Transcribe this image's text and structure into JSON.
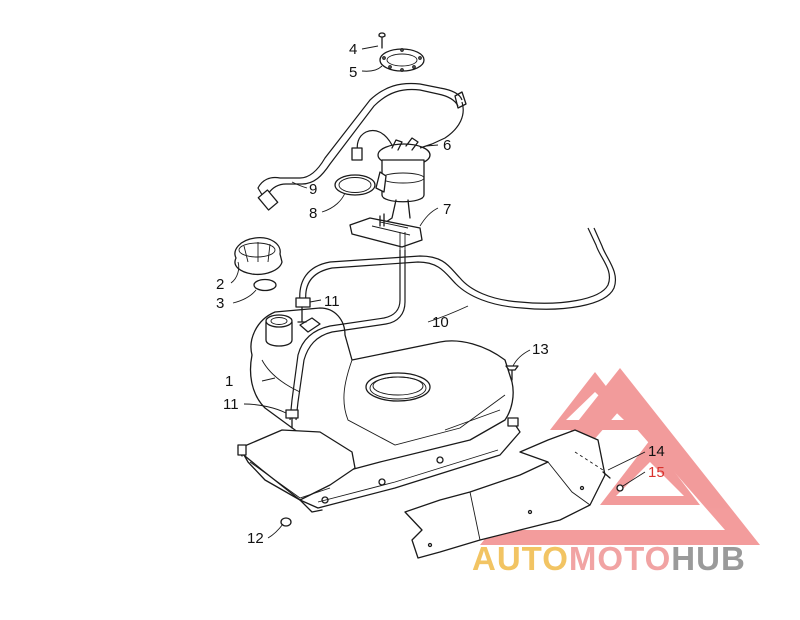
{
  "diagram": {
    "callouts": [
      {
        "id": "c1",
        "label": "1"
      },
      {
        "id": "c2",
        "label": "2"
      },
      {
        "id": "c3",
        "label": "3"
      },
      {
        "id": "c4",
        "label": "4"
      },
      {
        "id": "c5",
        "label": "5"
      },
      {
        "id": "c6",
        "label": "6"
      },
      {
        "id": "c7",
        "label": "7"
      },
      {
        "id": "c8",
        "label": "8"
      },
      {
        "id": "c9",
        "label": "9"
      },
      {
        "id": "c10",
        "label": "10"
      },
      {
        "id": "c11a",
        "label": "11"
      },
      {
        "id": "c11b",
        "label": "11"
      },
      {
        "id": "c12",
        "label": "12"
      },
      {
        "id": "c13",
        "label": "13"
      },
      {
        "id": "c14",
        "label": "14"
      },
      {
        "id": "c15",
        "label": "15"
      }
    ]
  },
  "watermark": {
    "text_part1": "AUTO",
    "text_part2": "MOTO",
    "text_part3": "HUB",
    "colors": {
      "part1": "#f2c463",
      "part2": "#f1a3a3",
      "part3": "#9a9a9a",
      "triangle": "#e94b4b"
    }
  }
}
